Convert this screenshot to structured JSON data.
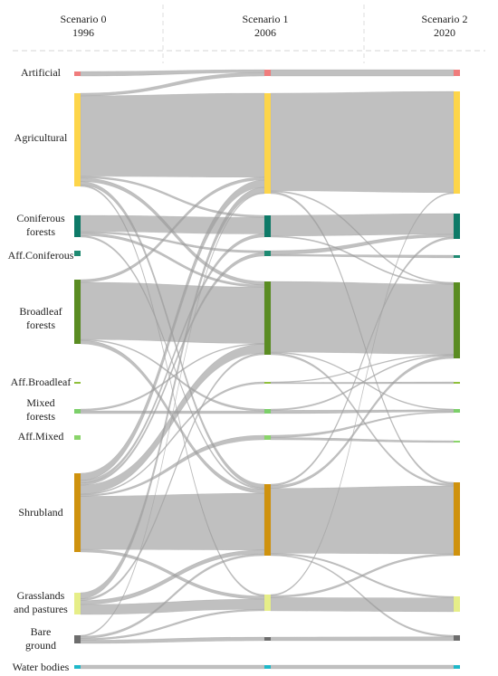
{
  "headers": [
    {
      "title": "Scenario 0",
      "year": "1996"
    },
    {
      "title": "Scenario 1",
      "year": "2006"
    },
    {
      "title": "Scenario 2",
      "year": "2020"
    }
  ],
  "categories": [
    {
      "key": "artificial",
      "label": "Artificial",
      "color": "#f07c7c"
    },
    {
      "key": "agricultural",
      "label": "Agricultural",
      "color": "#fdd54a"
    },
    {
      "key": "coniferous",
      "label": "Coniferous forests",
      "color": "#0e7a68"
    },
    {
      "key": "aff_coniferous",
      "label": "Aff.Coniferous",
      "color": "#1f8a72"
    },
    {
      "key": "broadleaf",
      "label": "Broadleaf forests",
      "color": "#5a8c22"
    },
    {
      "key": "aff_broadleaf",
      "label": "Aff.Broadleaf",
      "color": "#8fbf3a"
    },
    {
      "key": "mixed",
      "label": "Mixed forests",
      "color": "#7ccf6a"
    },
    {
      "key": "aff_mixed",
      "label": "Aff.Mixed",
      "color": "#8ad46a"
    },
    {
      "key": "shrubland",
      "label": "Shrubland",
      "color": "#cf920e"
    },
    {
      "key": "grasslands",
      "label": "Grasslands and pastures",
      "color": "#e6ee88"
    },
    {
      "key": "bare",
      "label": "Bare ground",
      "color": "#6d6d6d"
    },
    {
      "key": "water",
      "label": "Water bodies",
      "color": "#1fb8c9"
    }
  ],
  "label_lines": {
    "artificial": [
      "Artificial"
    ],
    "agricultural": [
      "Agricultural"
    ],
    "coniferous": [
      "Coniferous",
      "forests"
    ],
    "aff_coniferous": [
      "Aff.Coniferous"
    ],
    "broadleaf": [
      "Broadleaf",
      "forests"
    ],
    "aff_broadleaf": [
      "Aff.Broadleaf"
    ],
    "mixed": [
      "Mixed",
      "forests"
    ],
    "aff_mixed": [
      "Aff.Mixed"
    ],
    "shrubland": [
      "Shrubland"
    ],
    "grasslands": [
      "Grasslands",
      "and pastures"
    ],
    "bare": [
      "Bare",
      "ground"
    ],
    "water": [
      "Water bodies"
    ]
  },
  "node_values": {
    "s0": {
      "artificial": 2,
      "agricultural": 53,
      "coniferous": 11,
      "aff_coniferous": 0,
      "broadleaf": 36,
      "aff_broadleaf": 0,
      "mixed": 1,
      "aff_mixed": 0,
      "shrubland": 45,
      "grasslands": 11,
      "bare": 4,
      "water": 1
    },
    "s1": {
      "artificial": 4,
      "agricultural": 57,
      "coniferous": 12,
      "aff_coniferous": 3,
      "broadleaf": 42,
      "aff_broadleaf": 1,
      "mixed": 2,
      "aff_mixed": 2,
      "shrubland": 42,
      "grasslands": 9,
      "bare": 2,
      "water": 1
    },
    "s2": {
      "artificial": 4,
      "agricultural": 58,
      "coniferous": 14,
      "aff_coniferous": 1,
      "broadleaf": 44,
      "aff_broadleaf": 1,
      "mixed": 2,
      "aff_mixed": 1,
      "shrubland": 42,
      "grasslands": 9,
      "bare": 3,
      "water": 1
    }
  },
  "flows_0_1": [
    [
      "artificial",
      "artificial",
      1.2
    ],
    [
      "agricultural",
      "artificial",
      1.5
    ],
    [
      "agricultural",
      "agricultural",
      46
    ],
    [
      "agricultural",
      "coniferous",
      1
    ],
    [
      "agricultural",
      "broadleaf",
      2
    ],
    [
      "agricultural",
      "shrubland",
      2
    ],
    [
      "agricultural",
      "grasslands",
      0.8
    ],
    [
      "coniferous",
      "coniferous",
      8
    ],
    [
      "coniferous",
      "aff_coniferous",
      0.8
    ],
    [
      "coniferous",
      "broadleaf",
      1.2
    ],
    [
      "coniferous",
      "shrubland",
      0.8
    ],
    [
      "broadleaf",
      "broadleaf",
      32
    ],
    [
      "broadleaf",
      "agricultural",
      1.5
    ],
    [
      "broadleaf",
      "shrubland",
      2
    ],
    [
      "broadleaf",
      "mixed",
      0.5
    ],
    [
      "mixed",
      "mixed",
      0.6
    ],
    [
      "mixed",
      "broadleaf",
      0.4
    ],
    [
      "shrubland",
      "shrubland",
      30
    ],
    [
      "shrubland",
      "agricultural",
      4
    ],
    [
      "shrubland",
      "broadleaf",
      5
    ],
    [
      "shrubland",
      "coniferous",
      1.5
    ],
    [
      "shrubland",
      "aff_coniferous",
      1.2
    ],
    [
      "shrubland",
      "aff_mixed",
      0.8
    ],
    [
      "shrubland",
      "grasslands",
      1.5
    ],
    [
      "shrubland",
      "aff_broadleaf",
      0.5
    ],
    [
      "grasslands",
      "grasslands",
      5
    ],
    [
      "grasslands",
      "agricultural",
      3
    ],
    [
      "grasslands",
      "shrubland",
      2
    ],
    [
      "grasslands",
      "broadleaf",
      1
    ],
    [
      "bare",
      "bare",
      1.5
    ],
    [
      "bare",
      "shrubland",
      1
    ],
    [
      "bare",
      "grasslands",
      0.8
    ],
    [
      "bare",
      "agricultural",
      0.5
    ],
    [
      "water",
      "water",
      0.8
    ]
  ],
  "flows_1_2": [
    [
      "artificial",
      "artificial",
      3.5
    ],
    [
      "agricultural",
      "agricultural",
      55
    ],
    [
      "agricultural",
      "shrubland",
      1
    ],
    [
      "agricultural",
      "broadleaf",
      0.6
    ],
    [
      "coniferous",
      "coniferous",
      11
    ],
    [
      "coniferous",
      "broadleaf",
      0.6
    ],
    [
      "aff_coniferous",
      "coniferous",
      1.5
    ],
    [
      "aff_coniferous",
      "aff_coniferous",
      0.6
    ],
    [
      "broadleaf",
      "broadleaf",
      40
    ],
    [
      "broadleaf",
      "shrubland",
      1
    ],
    [
      "broadleaf",
      "mixed",
      0.5
    ],
    [
      "aff_broadleaf",
      "aff_broadleaf",
      0.6
    ],
    [
      "aff_broadleaf",
      "broadleaf",
      0.4
    ],
    [
      "mixed",
      "mixed",
      1.2
    ],
    [
      "mixed",
      "broadleaf",
      0.5
    ],
    [
      "aff_mixed",
      "aff_mixed",
      0.6
    ],
    [
      "aff_mixed",
      "mixed",
      0.6
    ],
    [
      "shrubland",
      "shrubland",
      38
    ],
    [
      "shrubland",
      "broadleaf",
      1.5
    ],
    [
      "shrubland",
      "coniferous",
      1
    ],
    [
      "shrubland",
      "grasslands",
      0.8
    ],
    [
      "shrubland",
      "bare",
      0.6
    ],
    [
      "grasslands",
      "grasslands",
      7
    ],
    [
      "grasslands",
      "shrubland",
      1
    ],
    [
      "grasslands",
      "agricultural",
      0.6
    ],
    [
      "bare",
      "bare",
      1.5
    ],
    [
      "water",
      "water",
      0.8
    ]
  ]
}
